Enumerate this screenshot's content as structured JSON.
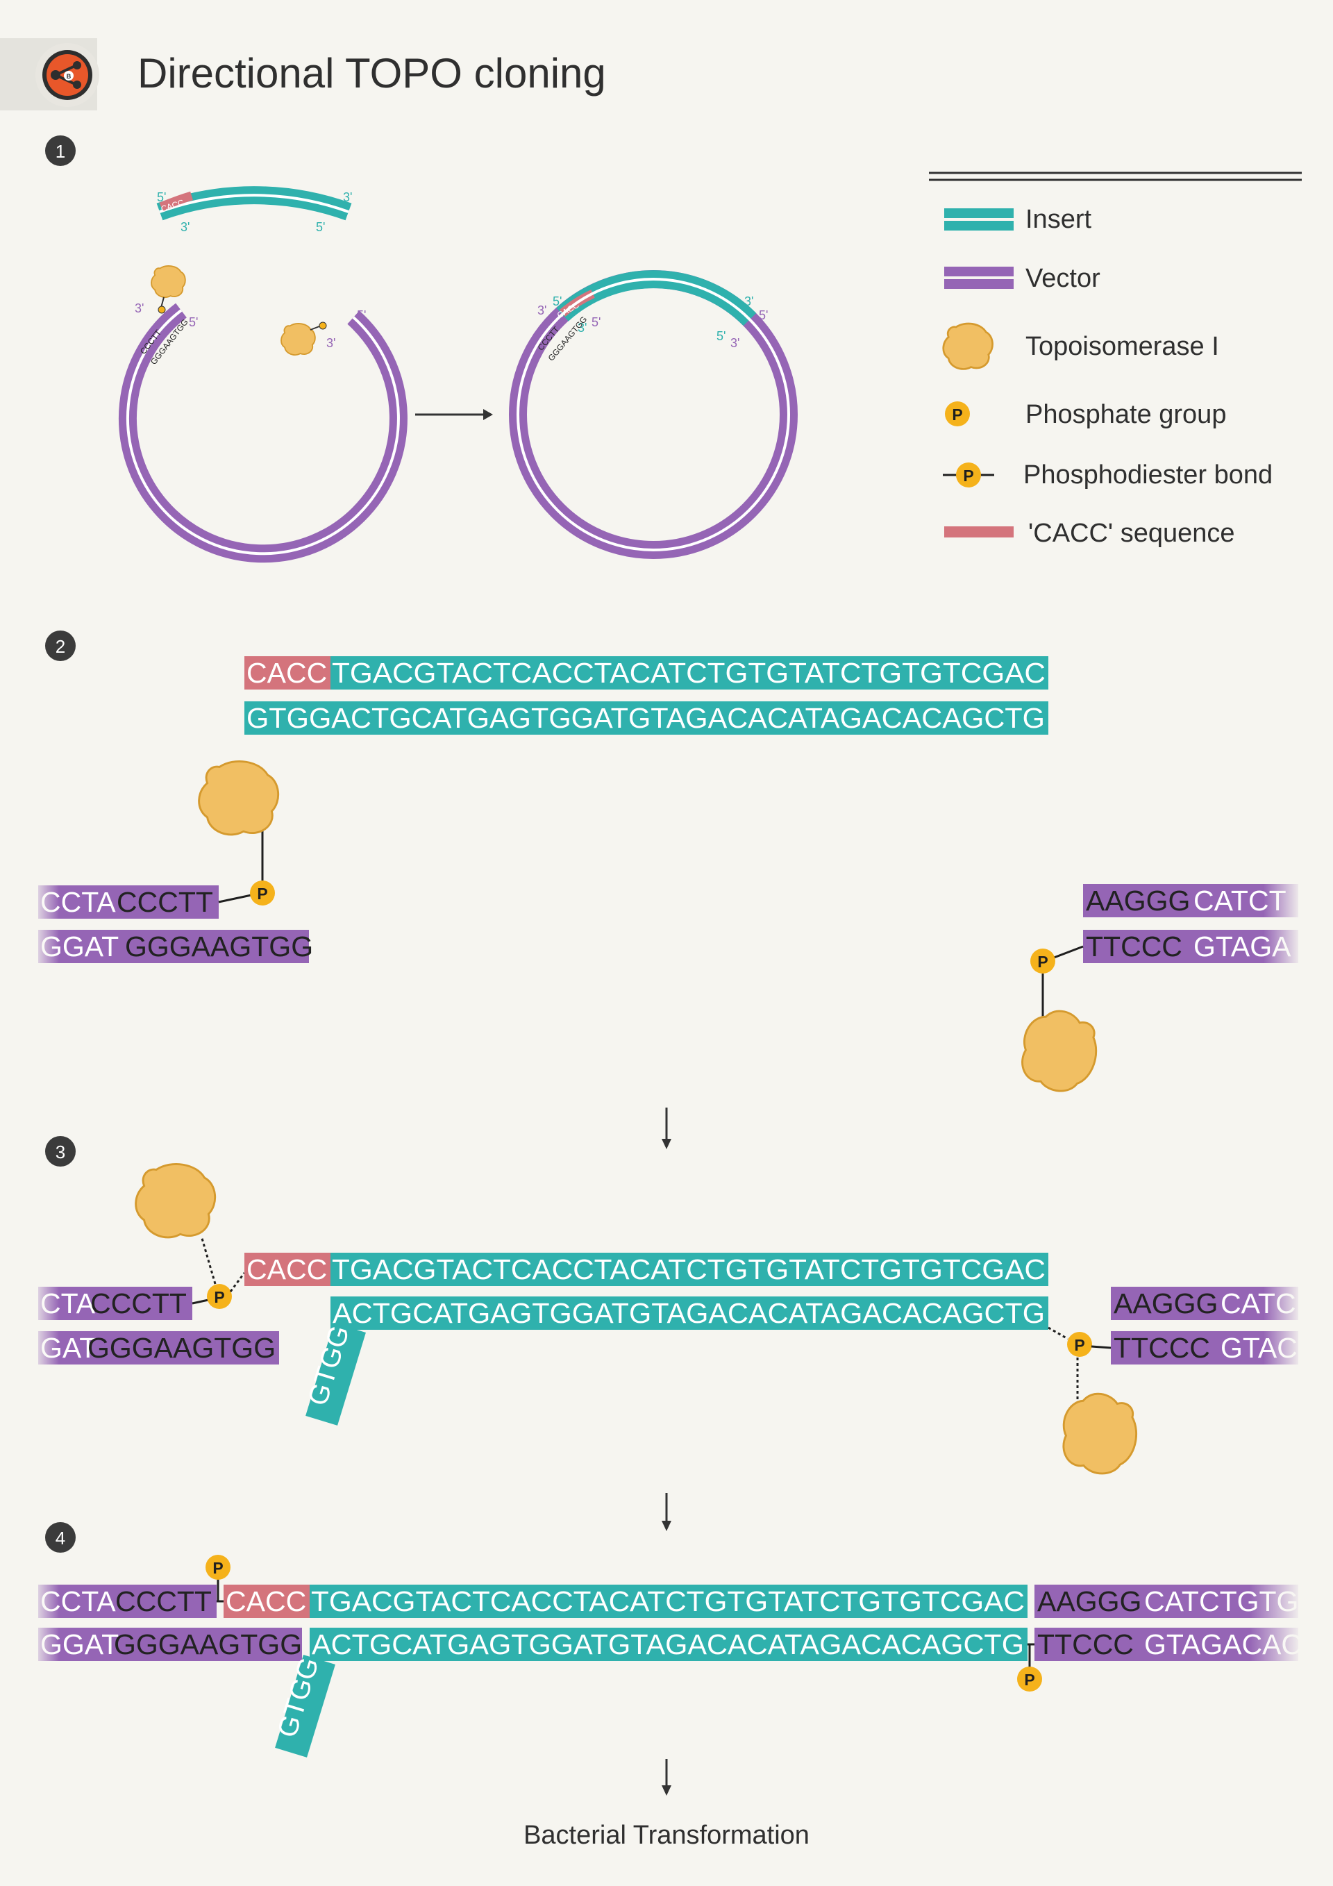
{
  "title": "Directional TOPO cloning",
  "steps": [
    "1",
    "2",
    "3",
    "4"
  ],
  "colors": {
    "background": "#f6f5f0",
    "insert": "#2fb1ad",
    "vector": "#9565b5",
    "cacc": "#d4747c",
    "topo": "#f1bf63",
    "topo_edge": "#d59a2e",
    "phosphate": "#f5b21b",
    "logo": "#e8572a"
  },
  "legend": {
    "insert": "Insert",
    "vector": "Vector",
    "topo": "Topoisomerase I",
    "phosphate": "Phosphate group",
    "bond": "Phosphodiester bond",
    "cacc": "'CACC' sequence"
  },
  "labels": {
    "p": "P",
    "five": "5'",
    "three": "3'",
    "cacc": "CACC",
    "ccctt": "CCCTT",
    "gggaagtgg": "GGGAAGTGG",
    "gtgg": "GTGG",
    "final": "Bacterial Transformation"
  },
  "step2": {
    "insert_top_cacc": "CACC",
    "insert_top": "TGACGTACTCACCTACATCTGTGTATCTGTGTCGAC",
    "insert_bottom": "GTGGACTGCATGAGTGGATGTAGACACATAGACACAGCTG",
    "left_top_fade": "CCTA",
    "left_top": "CCCTT",
    "left_bottom_fade": "GGAT",
    "left_bottom": "GGGAAGTGG",
    "right_top": "AAGGG",
    "right_top_fade": "CATCT",
    "right_bottom": "TTCCC",
    "right_bottom_fade": "GTAGA"
  },
  "step3": {
    "left_top_fade": "CTA",
    "left_top": "CCCTT",
    "left_bottom_fade": "GAT",
    "left_bottom": "GGGAAGTGG",
    "insert_top_cacc": "CACC",
    "insert_top": "TGACGTACTCACCTACATCTGTGTATCTGTGTCGAC",
    "insert_bottom": "ACTGCATGAGTGGATGTAGACACATAGACACAGCTG",
    "overhang": "GTGG",
    "right_top": "AAGGG",
    "right_top_fade": "CATC",
    "right_bottom": "TTCCC",
    "right_bottom_fade": "GTAC"
  },
  "step4": {
    "left_top_fade": "CCTA",
    "left_top": "CCCTT",
    "left_bottom_fade": "GGAT",
    "left_bottom": "GGGAAGTGG",
    "insert_top_cacc": "CACC",
    "insert_top": "TGACGTACTCACCTACATCTGTGTATCTGTGTCGAC",
    "insert_bottom": "ACTGCATGAGTGGATGTAGACACATAGACACAGCTG",
    "overhang": "GTGG",
    "right_top": "AAGGG",
    "right_top_fade": "CATCTGTG",
    "right_bottom": "TTCCC",
    "right_bottom_fade": "GTAGACAC"
  }
}
